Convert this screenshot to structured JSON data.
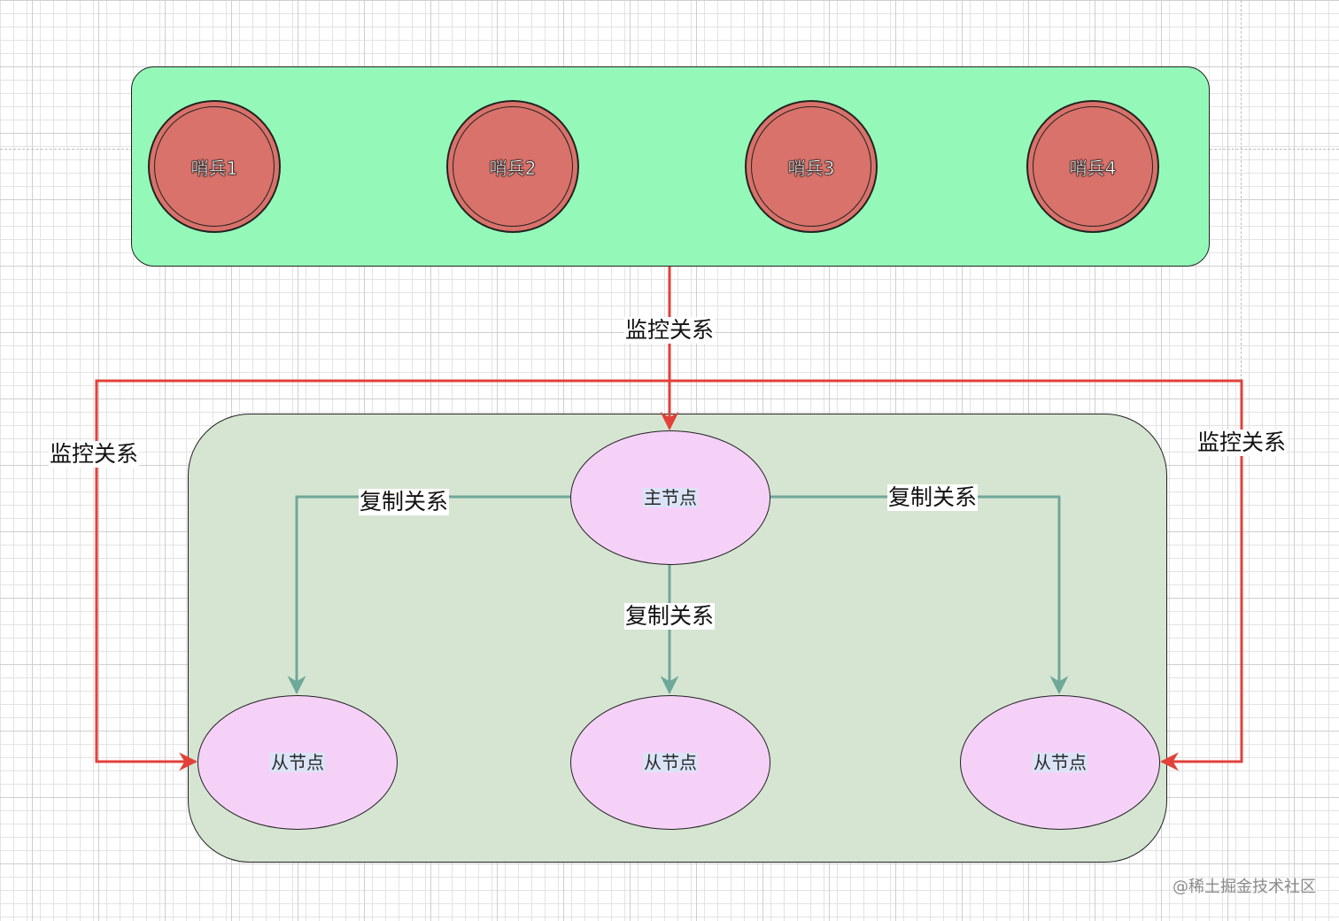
{
  "sentinels": [
    {
      "label": "哨兵1"
    },
    {
      "label": "哨兵2"
    },
    {
      "label": "哨兵3"
    },
    {
      "label": "哨兵4"
    }
  ],
  "master": {
    "label": "主节点"
  },
  "slaves": [
    {
      "label": "从节点"
    },
    {
      "label": "从节点"
    },
    {
      "label": "从节点"
    }
  ],
  "edge_labels": {
    "monitor_center": "监控关系",
    "monitor_left": "监控关系",
    "monitor_right": "监控关系",
    "replicate_left": "复制关系",
    "replicate_center": "复制关系",
    "replicate_right": "复制关系"
  },
  "colors": {
    "sentinel_group_fill": "#94f9b8",
    "data_group_fill": "#d6e5d2",
    "sentinel_fill": "#d9726a",
    "node_fill": "#f5d1f8",
    "monitor_edge": "#e2413a",
    "replicate_edge": "#6ea899"
  },
  "watermark": "@稀土掘金技术社区"
}
